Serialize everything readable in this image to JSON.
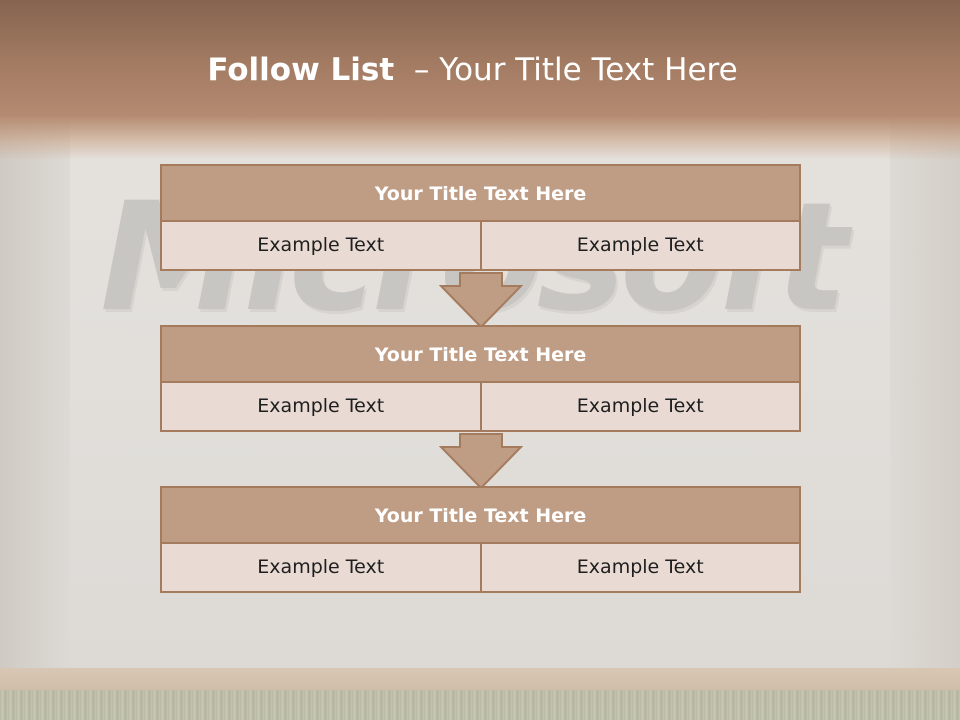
{
  "slide": {
    "title_strong": "Follow List",
    "title_rest": "– Your Title Text Here",
    "background_wordmark": "Microsoft"
  },
  "blocks": [
    {
      "title": "Your Title Text Here",
      "left": "Example Text",
      "right": "Example Text"
    },
    {
      "title": "Your Title Text Here",
      "left": "Example Text",
      "right": "Example Text"
    },
    {
      "title": "Your Title Text Here",
      "left": "Example Text",
      "right": "Example Text"
    }
  ],
  "colors": {
    "accent": "#bf9c84",
    "border": "#a57b5e",
    "header_band": "#a37b63",
    "cell_fill": "#e9dbd4"
  }
}
